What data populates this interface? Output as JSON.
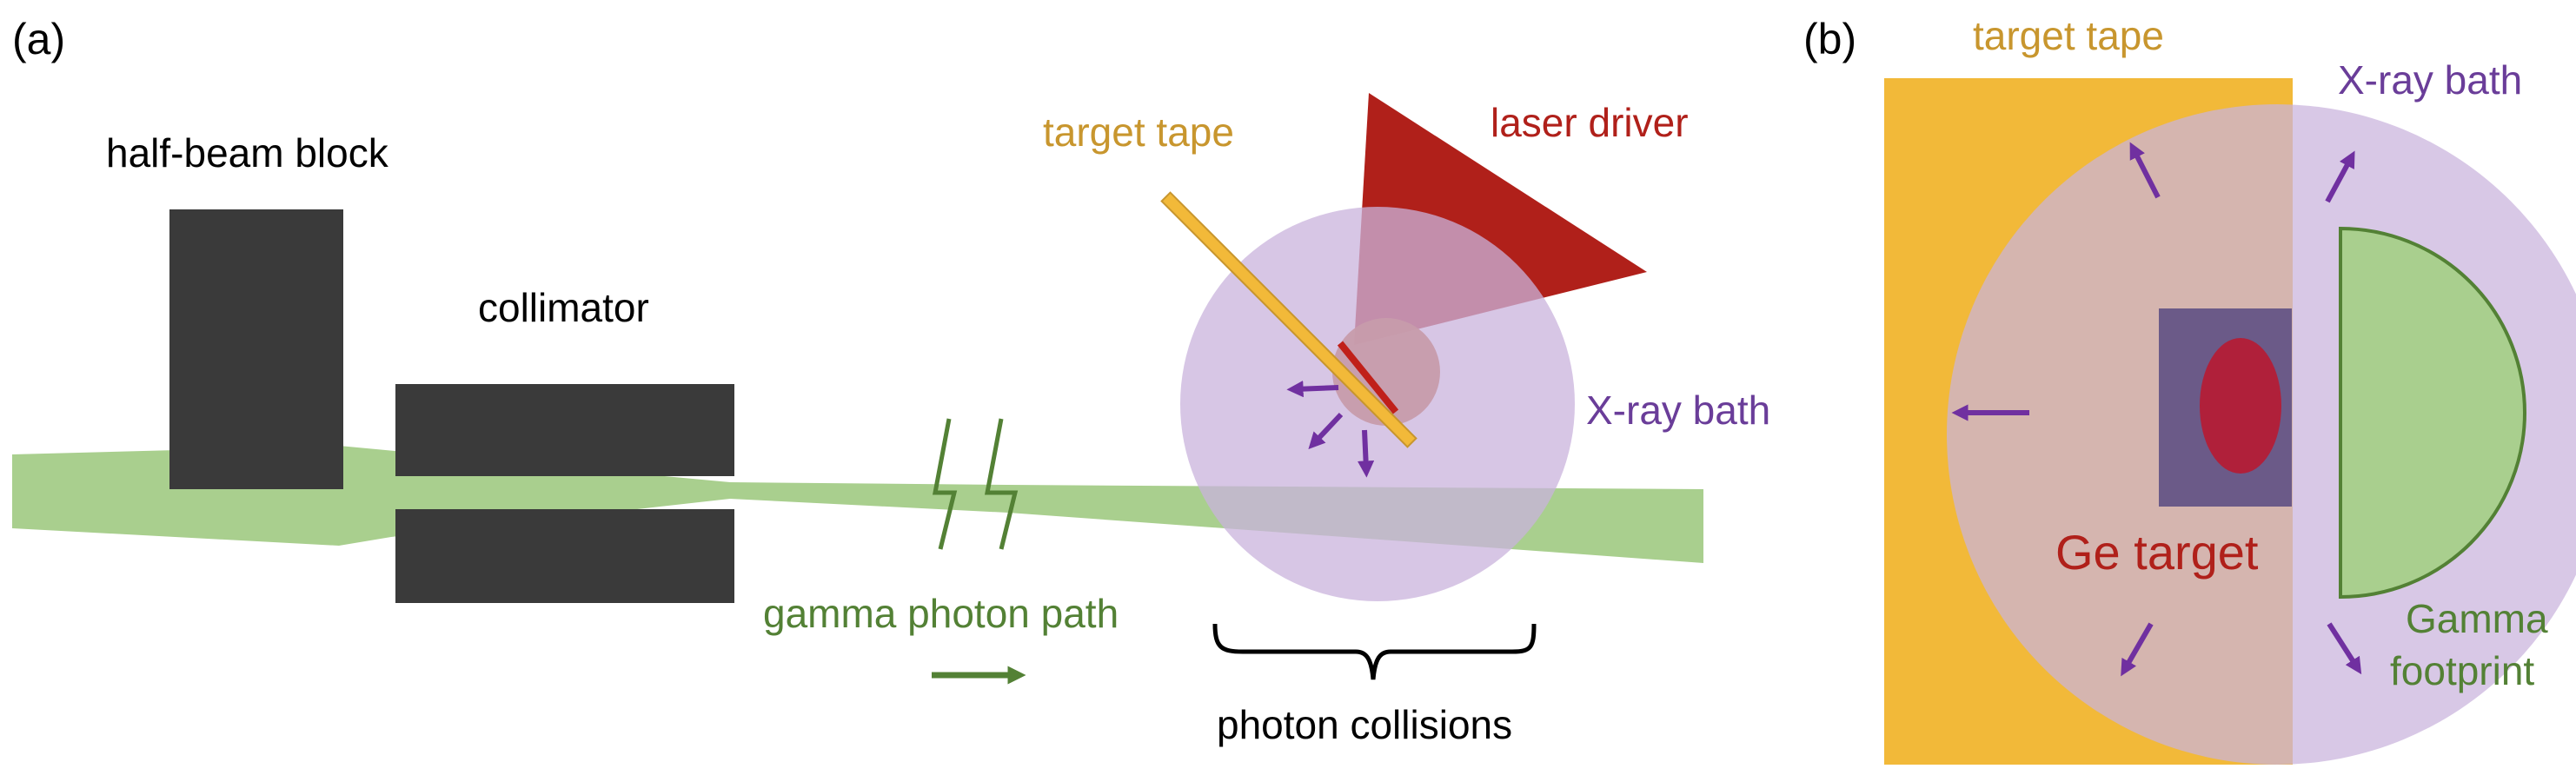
{
  "panel_a": {
    "letter": "(a)",
    "half_beam_block": "half-beam block",
    "collimator": "collimator",
    "target_tape": "target tape",
    "laser_driver": "laser driver",
    "xray_bath": "X-ray bath",
    "gamma_photon_path": "gamma photon path",
    "photon_collisions": "photon collisions"
  },
  "panel_b": {
    "letter": "(b)",
    "target_tape": "target tape",
    "xray_bath": "X-ray bath",
    "ge_target": "Ge target",
    "gamma_footprint_line1": "Gamma",
    "gamma_footprint_line2": "footprint"
  },
  "colors": {
    "block": "#3a3a3a",
    "beam": "#a9cf8e",
    "xray": "#c9b3dc",
    "tape": "#f2b939",
    "laser": "#b0201a",
    "arrow_purple": "#7030a0",
    "arrow_green": "#538135"
  }
}
